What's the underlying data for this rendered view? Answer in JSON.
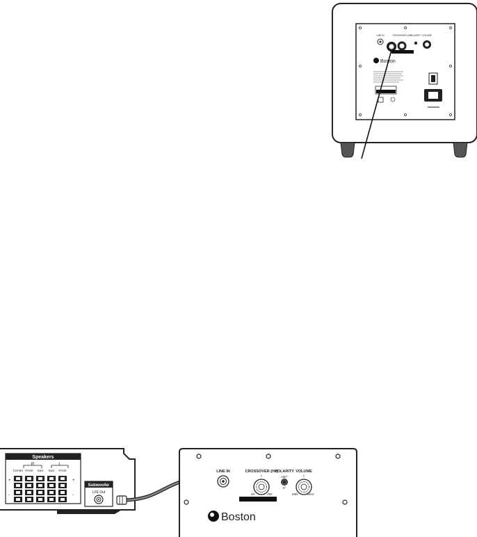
{
  "top_panel": {
    "line_in_label": "LINE IN",
    "crossover_label": "CROSSOVER (Hz)",
    "polarity_label": "POLARITY",
    "volume_label": "VOLUME",
    "brand": "Boston"
  },
  "receiver": {
    "speakers_label": "Speakers",
    "channel_labels": [
      "Center",
      "Front",
      "Surr",
      "Surr",
      "Front"
    ],
    "group_r": "R",
    "group_l": "L",
    "subwoofer_label": "Subwoofer",
    "lfe_label": "LFE Out"
  },
  "bottom_panel": {
    "line_in_label": "LINE IN",
    "crossover_label": "CROSSOVER (Hz)",
    "polarity_label": "POLARITY",
    "polarity_value": "180°",
    "polarity_zero": "0°",
    "volume_label": "VOLUME",
    "crossover_min": "40",
    "crossover_max": "150",
    "volume_min": "MIN",
    "volume_max": "MAX",
    "brand": "Boston"
  }
}
